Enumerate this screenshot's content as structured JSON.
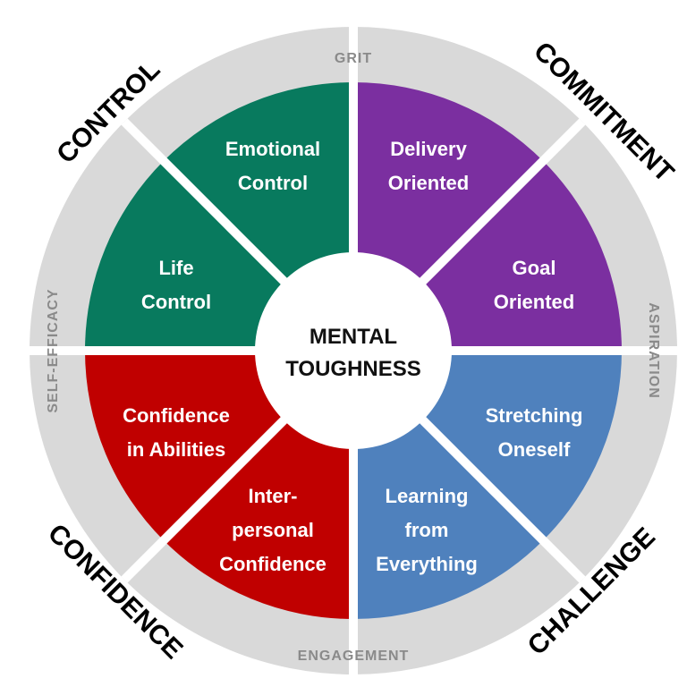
{
  "center": {
    "line1": "MENTAL",
    "line2": "TOUGHNESS"
  },
  "ring_labels": {
    "top": "GRIT",
    "right": "ASPIRATION",
    "bottom": "ENGAGEMENT",
    "left": "SELF-EFFICACY"
  },
  "corner_labels": {
    "top_left": "CONTROL",
    "top_right": "COMMITMENT",
    "bottom_left": "CONFIDENCE",
    "bottom_right": "CHALLENGE"
  },
  "segments": {
    "emotional_control": {
      "line1": "Emotional",
      "line2": "Control"
    },
    "life_control": {
      "line1": "Life",
      "line2": "Control"
    },
    "delivery_oriented": {
      "line1": "Delivery",
      "line2": "Oriented"
    },
    "goal_oriented": {
      "line1": "Goal",
      "line2": "Oriented"
    },
    "stretching_oneself": {
      "line1": "Stretching",
      "line2": "Oneself"
    },
    "learning_from_everything": {
      "line1": "Learning",
      "line2": "from",
      "line3": "Everything"
    },
    "confidence_in_abilities": {
      "line1": "Confidence",
      "line2": "in Abilities"
    },
    "interpersonal_confidence": {
      "line1": "Inter-",
      "line2": "personal",
      "line3": "Confidence"
    }
  },
  "colors": {
    "control": "#087A5E",
    "commitment": "#7B2FA0",
    "challenge": "#4F81BD",
    "confidence": "#C00000",
    "ring": "#D9D9D9",
    "ring_text": "#8A8A8A"
  }
}
